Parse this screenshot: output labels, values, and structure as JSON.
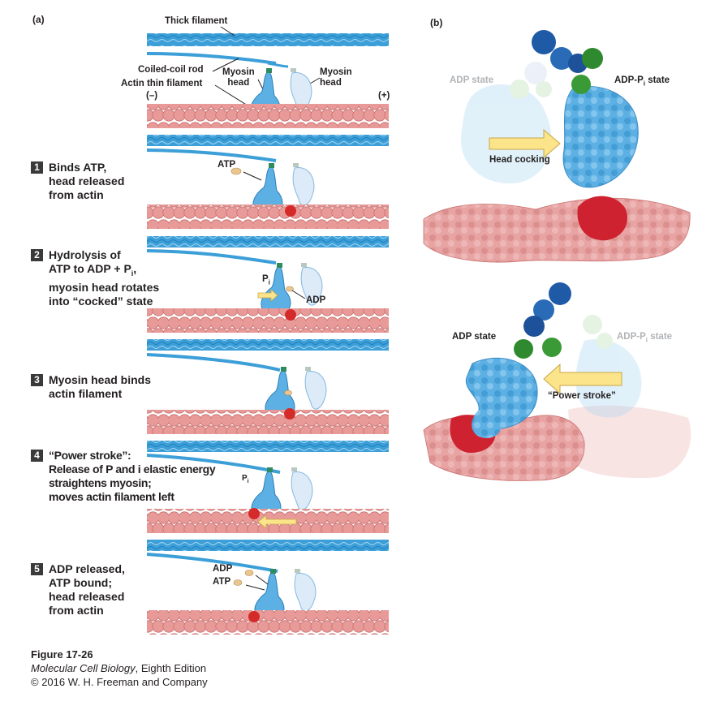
{
  "panel_a": {
    "label": "(a)",
    "thick_filament": "Thick filament",
    "coiled_coil_rod": "Coiled-coil rod",
    "actin_thin_filament": "Actin thin filament",
    "minus_end": "(–)",
    "plus_end": "(+)",
    "myosin_head_1_line1": "Myosin",
    "myosin_head_1_line2": "head",
    "myosin_head_2_line1": "Myosin",
    "myosin_head_2_line2": "head",
    "atp_label": "ATP",
    "pi_label": "P",
    "pi_sub": "i",
    "adp_label": "ADP",
    "pi_label_4": "P",
    "pi_sub_4": "i",
    "adp_label_5": "ADP",
    "atp_label_5": "ATP",
    "steps": [
      {
        "num": "1",
        "lines": [
          "Binds ATP,",
          "head released",
          "from actin"
        ]
      },
      {
        "num": "2",
        "lines": [
          "Hydrolysis of",
          "ATP to ADP + P",
          "myosin head rotates",
          "into “cocked” state"
        ],
        "sub": "i",
        "after_sub": ","
      },
      {
        "num": "3",
        "lines": [
          "Myosin head binds",
          "actin filament"
        ]
      },
      {
        "num": "4",
        "lines": [
          "“Power stroke”:",
          "Release of P and i elastic energy",
          "straightens myosin;",
          "moves actin filament left"
        ]
      },
      {
        "num": "5",
        "lines": [
          "ADP released,",
          "ATP bound;",
          "head released",
          "from actin"
        ]
      }
    ]
  },
  "panel_b": {
    "label": "(b)",
    "adp_state_top": "ADP state",
    "adp_pi_state_top": "ADP-P",
    "adp_pi_state_top_sub": "i",
    "adp_pi_state_top_tail": " state",
    "head_cocking": "Head cocking",
    "adp_state_bottom": "ADP state",
    "adp_pi_state_bottom": "ADP-P",
    "adp_pi_state_bottom_sub": "i",
    "adp_pi_state_bottom_tail": " state",
    "power_stroke": "“Power stroke”"
  },
  "caption": {
    "figure": "Figure 17-26",
    "book": "Molecular Cell Biology",
    "edition": ", Eighth Edition",
    "copyright": "© 2016 W. H. Freeman and Company"
  },
  "colors": {
    "thick_filament": "#3c9fd8",
    "actin": "#e89a98",
    "actin_dark": "#c9706e",
    "binding_site": "#d42a2a",
    "myosin_head": "#5cb0e3",
    "myosin_light": "#dcebf7",
    "green": "#3a8a3a",
    "arrow_yellow": "#fbe48a"
  }
}
